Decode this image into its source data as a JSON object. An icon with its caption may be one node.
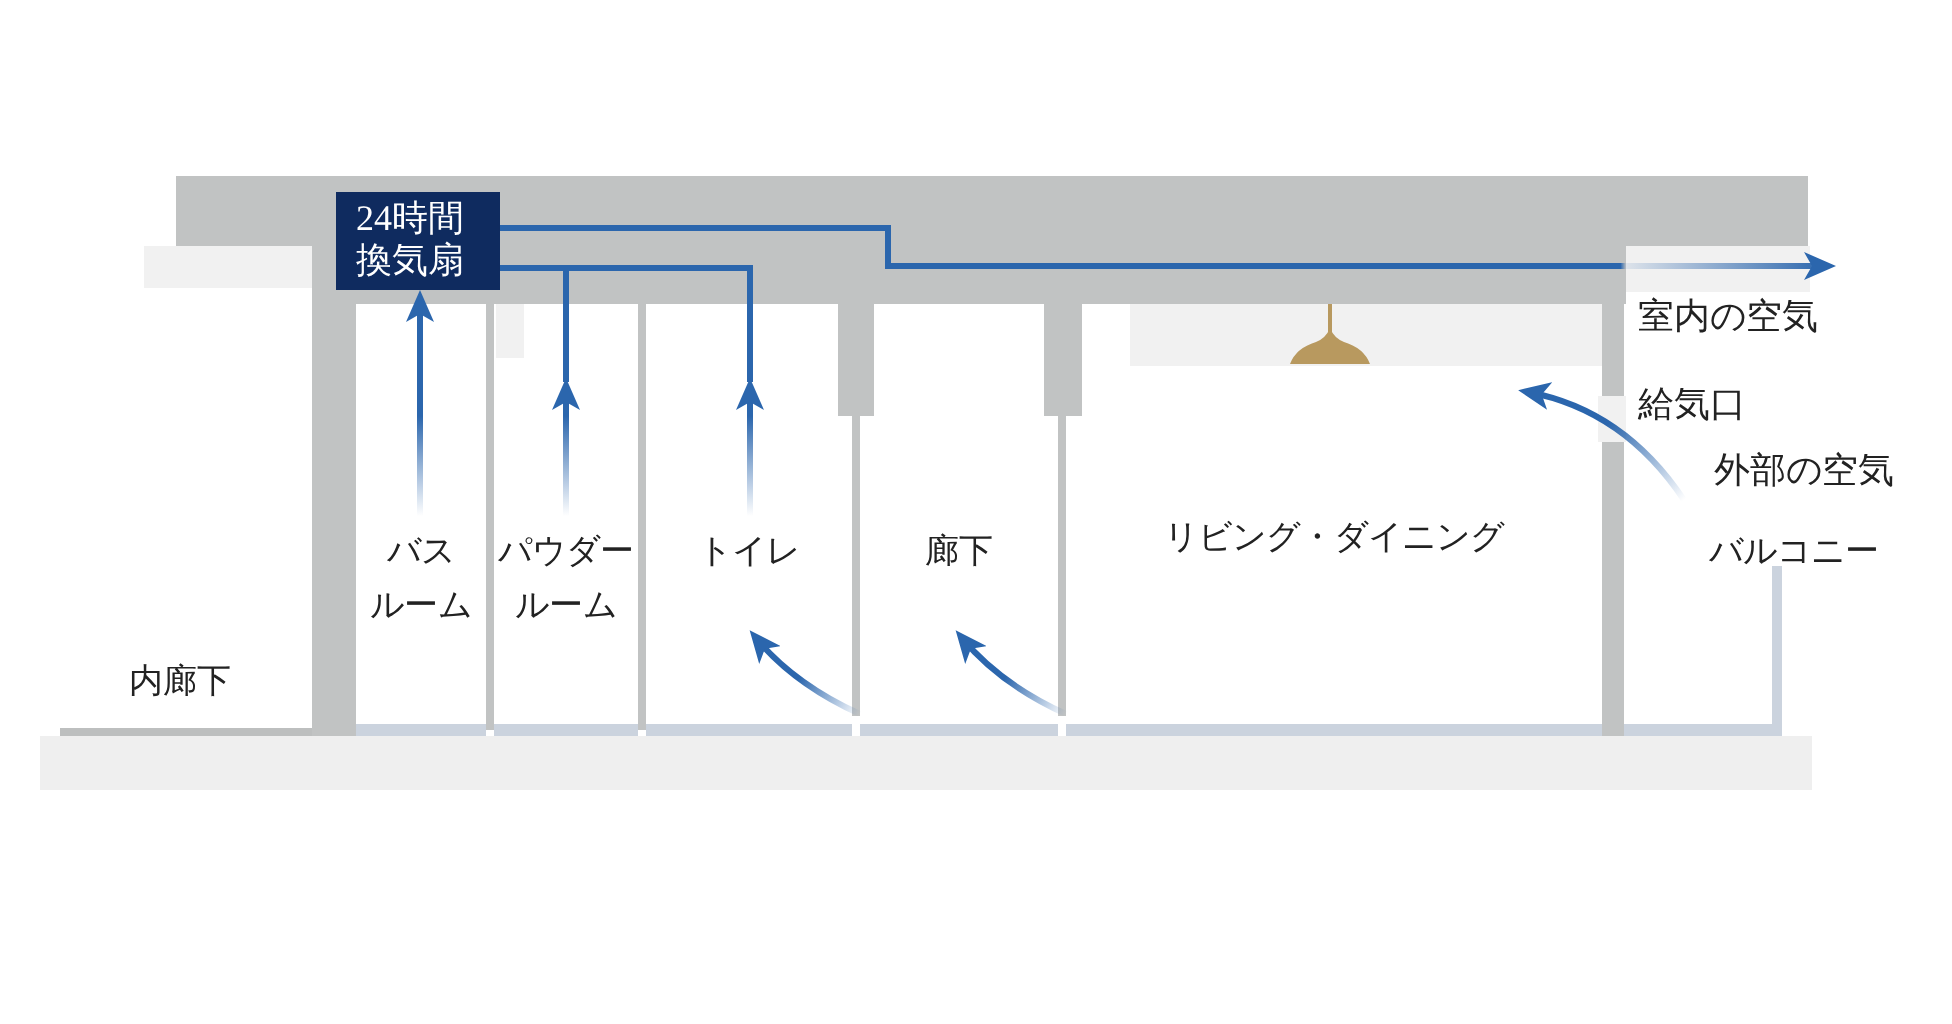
{
  "diagram": {
    "nodes": [
      {
        "text": [
          "24時間換気扇"
        ]
      },
      {
        "text": [
          "バスルーム"
        ]
      },
      {
        "text": [
          "パウダールーム"
        ]
      },
      {
        "text": [
          "トイレ"
        ]
      },
      {
        "text": [
          "廊下"
        ]
      },
      {
        "text": [
          "リビング・ダイニング"
        ]
      },
      {
        "text": [
          "バルコニー"
        ]
      },
      {
        "text": [
          "内廊下"
        ]
      }
    ],
    "edges": [
      {
        "from": 1,
        "to": 0,
        "arrow": "to"
      },
      {
        "from": 2,
        "to": 0,
        "arrow": "to"
      },
      {
        "from": 3,
        "to": 0,
        "arrow": "to"
      },
      {
        "from": 0,
        "to": null,
        "arrow": "to",
        "label": "室内の空気"
      },
      {
        "from": 6,
        "to": 5,
        "arrow": "to",
        "label": "外部の空気"
      },
      {
        "from": 5,
        "to": 4,
        "arrow": "to"
      },
      {
        "from": 4,
        "to": 3,
        "arrow": "to"
      }
    ],
    "labels": [
      "給気口"
    ]
  }
}
